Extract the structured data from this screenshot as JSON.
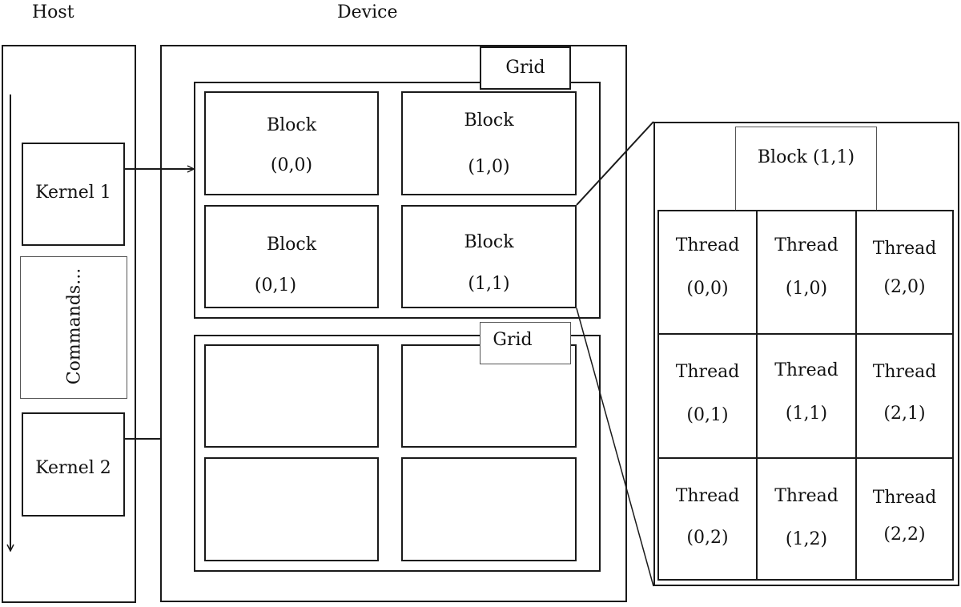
{
  "labels": {
    "host": "Host",
    "device": "Device"
  },
  "host": {
    "kernel1": "Kernel 1",
    "commands": "Commands...",
    "kernel2": "Kernel 2"
  },
  "grid1": {
    "label": "Grid",
    "blocks": [
      {
        "title": "Block",
        "coord": "(0,0)"
      },
      {
        "title": "Block",
        "coord": "(1,0)"
      },
      {
        "title": "Block",
        "coord": "(0,1)"
      },
      {
        "title": "Block",
        "coord": "(1,1)"
      }
    ]
  },
  "grid2": {
    "label": "Grid"
  },
  "block_detail": {
    "label": "Block (1,1)",
    "threads": [
      {
        "title": "Thread",
        "coord": "(0,0)"
      },
      {
        "title": "Thread",
        "coord": "(1,0)"
      },
      {
        "title": "Thread",
        "coord": "(2,0)"
      },
      {
        "title": "Thread",
        "coord": "(0,1)"
      },
      {
        "title": "Thread",
        "coord": "(1,1)"
      },
      {
        "title": "Thread",
        "coord": "(2,1)"
      },
      {
        "title": "Thread",
        "coord": "(0,2)"
      },
      {
        "title": "Thread",
        "coord": "(1,2)"
      },
      {
        "title": "Thread",
        "coord": "(2,2)"
      }
    ]
  }
}
